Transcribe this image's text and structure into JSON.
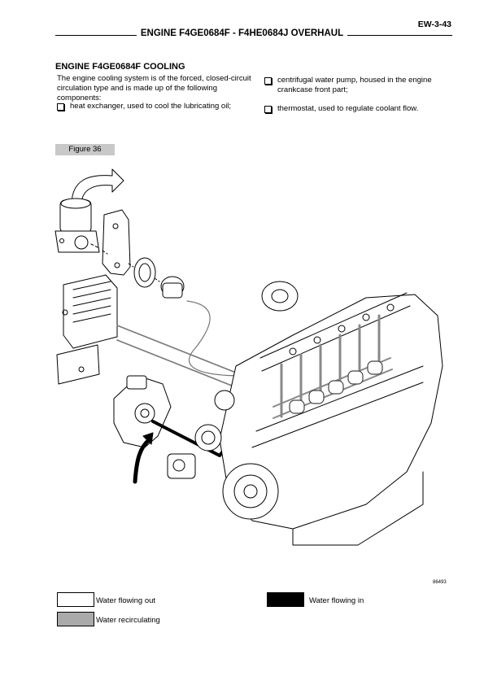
{
  "header": {
    "page_number": "EW-3-43",
    "title": "ENGINE F4GE0684F - F4HE0684J OVERHAUL"
  },
  "section": {
    "title": "ENGINE F4GE0684F COOLING",
    "intro": "The engine cooling system is of the forced, closed-circuit circulation type and is made up of the following components:",
    "bullets": [
      "heat exchanger, used to cool the lubricating oil;",
      "centrifugal water pump, housed in the engine crankcase front part;",
      "thermostat, used to regulate coolant flow."
    ]
  },
  "figure": {
    "label": "Figure 36",
    "code": "86493"
  },
  "legend": {
    "items": [
      {
        "label": "Water flowing out",
        "color": "#ffffff"
      },
      {
        "label": "Water recirculating",
        "color": "#aaaaaa"
      },
      {
        "label": "Water flowing in",
        "color": "#000000"
      }
    ]
  }
}
